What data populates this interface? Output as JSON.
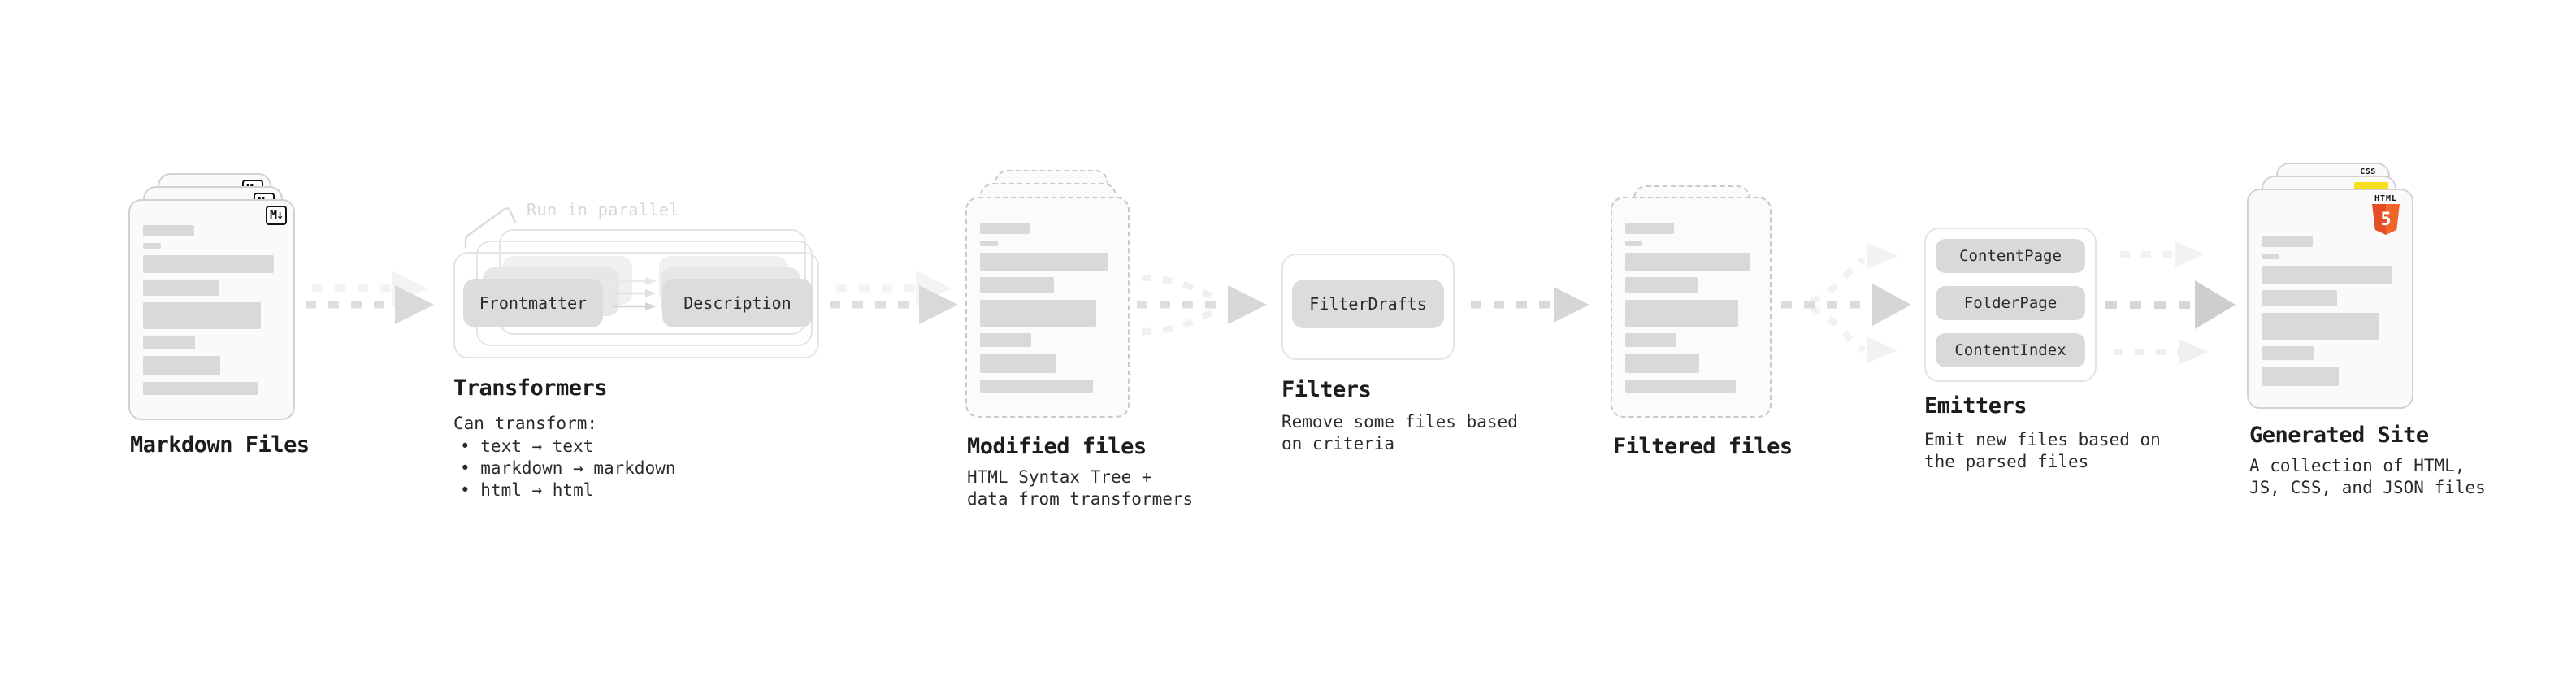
{
  "diagram": {
    "markdown_files": {
      "title": "Markdown Files",
      "badge": "M↓"
    },
    "transformers": {
      "annotation": "Run in parallel",
      "pill_left": "Frontmatter",
      "pill_right": "Description",
      "title": "Transformers",
      "subtitle": "Can transform:",
      "bullets": [
        "• text → text",
        "• markdown → markdown",
        "• html → html"
      ]
    },
    "modified_files": {
      "title": "Modified files",
      "subtitle": "HTML Syntax Tree +\ndata from transformers"
    },
    "filters": {
      "pill": "FilterDrafts",
      "title": "Filters",
      "subtitle": "Remove some files based\non criteria"
    },
    "filtered_files": {
      "title": "Filtered files"
    },
    "emitters": {
      "pills": [
        "ContentPage",
        "FolderPage",
        "ContentIndex"
      ],
      "title": "Emitters",
      "subtitle": "Emit new files based on\nthe parsed files"
    },
    "generated_site": {
      "title": "Generated Site",
      "subtitle": "A collection of HTML,\nJS, CSS, and JSON files",
      "html_badge_word": "HTML",
      "html_badge_number": "5",
      "css_badge_word": "CSS"
    }
  },
  "colors": {
    "bar_gray": "#d9d9d9",
    "pill_gray": "#dcdcdc",
    "arrow_gray": "#d9d9d9",
    "arrow_faint": "#f2f2f2",
    "title_text": "#1d1d1f",
    "body_text": "#2b2b2d",
    "annotation_gray": "#d6d6d6",
    "js_yellow": "#f7df1e",
    "html5_orange": "#e44d26",
    "css_blue": "#2f6df6"
  }
}
